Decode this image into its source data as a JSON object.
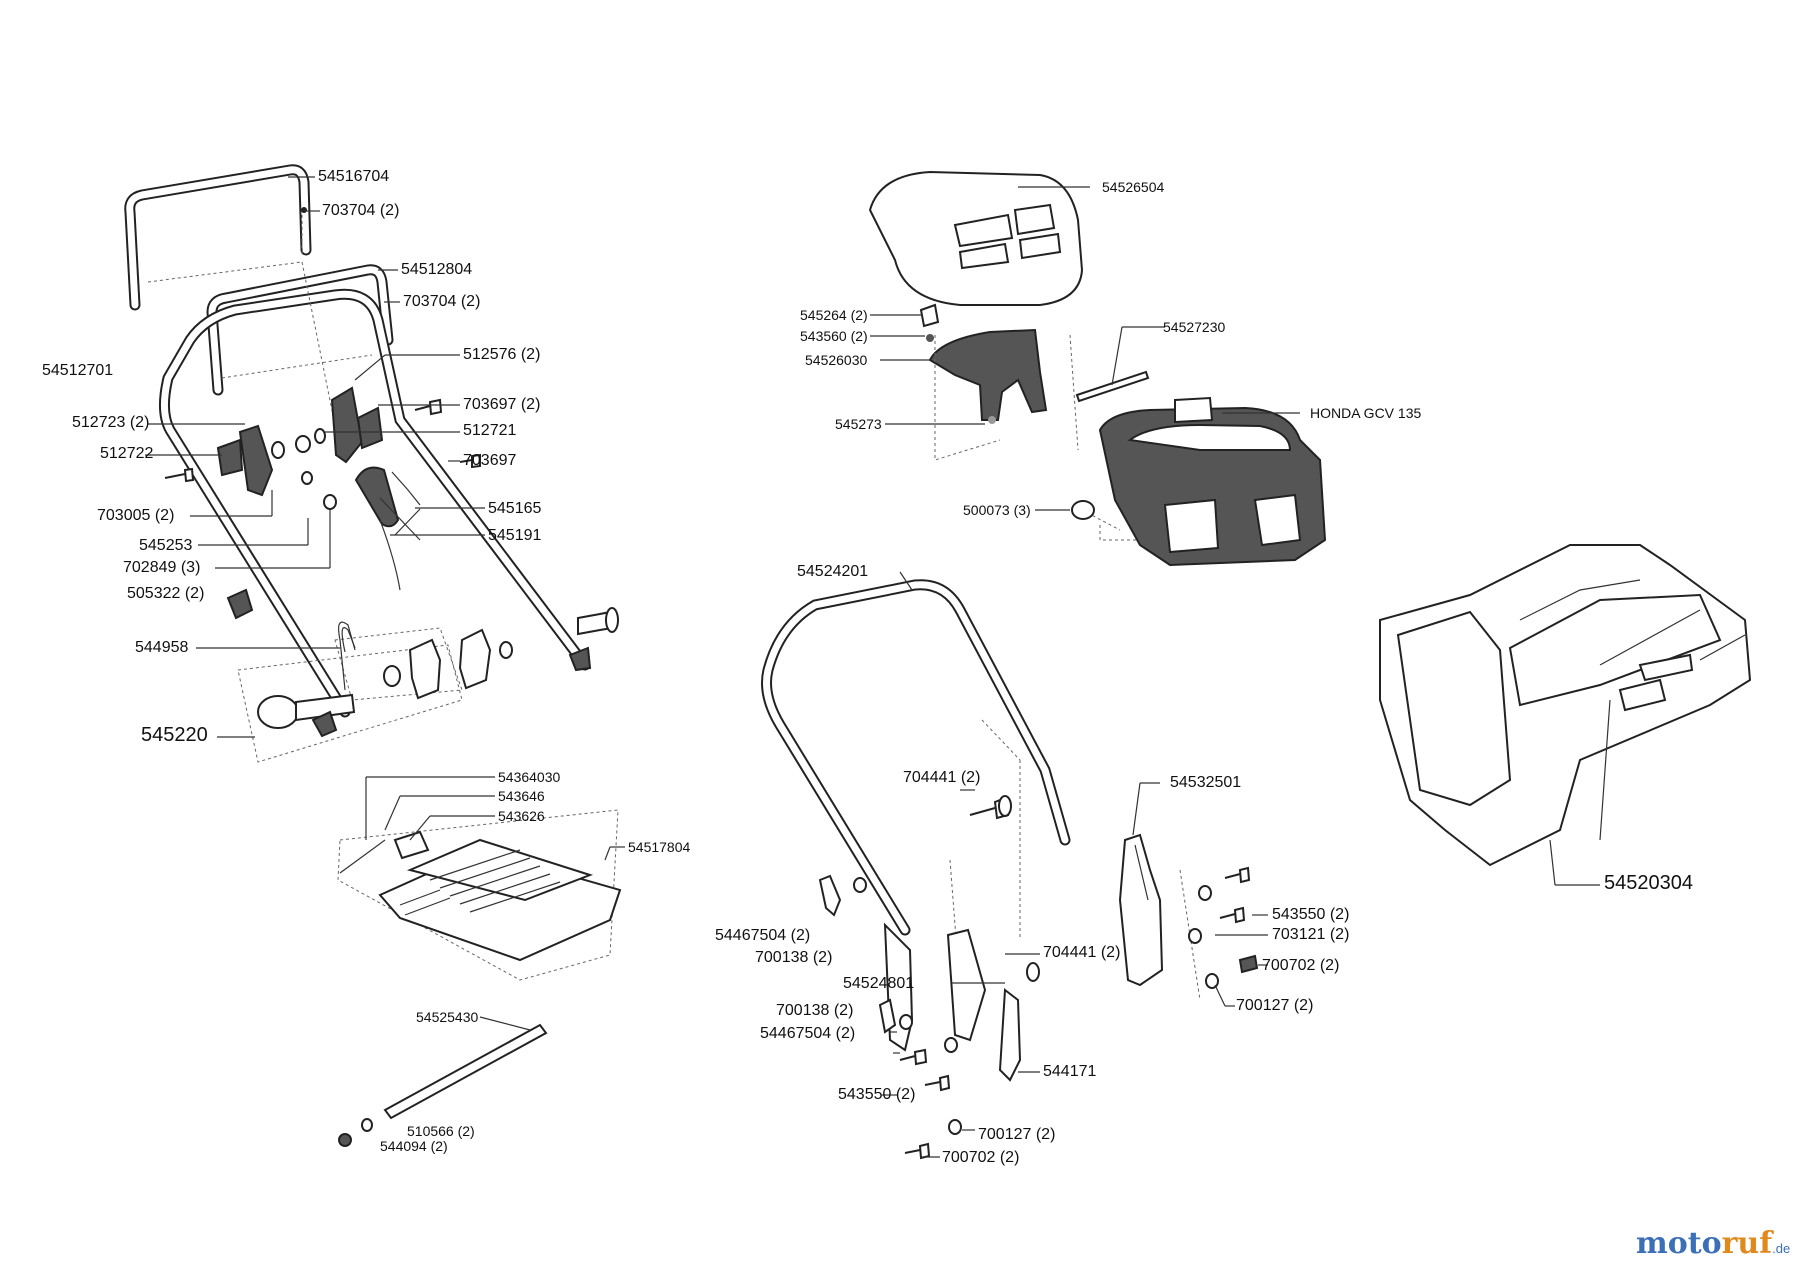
{
  "labels": {
    "l01": "54516704",
    "l02": "703704 (2)",
    "l03": "54512804",
    "l04": "703704 (2)",
    "l05": "54512701",
    "l06": "512576 (2)",
    "l07": "512723 (2)",
    "l08": "703697 (2)",
    "l09": "512721",
    "l10": "512722",
    "l11": "703697",
    "l12": "703005 (2)",
    "l13": "545165",
    "l14": "545253",
    "l15": "545191",
    "l16": "702849 (3)",
    "l17": "505322 (2)",
    "l18": "544958",
    "l19": "545220",
    "l20": "54364030",
    "l21": "543646",
    "l22": "543626",
    "l23": "54517804",
    "l24": "54525430",
    "l25": "510566 (2)",
    "l26": "544094 (2)",
    "r01": "54526504",
    "r02": "545264 (2)",
    "r03": "543560 (2)",
    "r04": "54527230",
    "r05": "54526030",
    "r06": "HONDA GCV 135",
    "r07": "545273",
    "r08": "500073 (3)",
    "r09": "54524201",
    "r10": "704441 (2)",
    "r11": "54532501",
    "r12": "54520304",
    "r13": "543550 (2)",
    "r14": "703121 (2)",
    "r15": "54467504 (2)",
    "r16": "700138 (2)",
    "r17": "704441 (2)",
    "r18": "700702 (2)",
    "r19": "54524801",
    "r20": "700127 (2)",
    "r21": "700138 (2)",
    "r22": "54467504 (2)",
    "r23": "544171",
    "r24": "543550 (2)",
    "r25": "700127 (2)",
    "r26": "700702 (2)"
  },
  "logo": {
    "part1": "moto",
    "part2": "ruf",
    "tld": ".de"
  },
  "colors": {
    "line": "#222222",
    "logo_blue": "#3b6fb6",
    "logo_orange": "#e08a1e"
  }
}
